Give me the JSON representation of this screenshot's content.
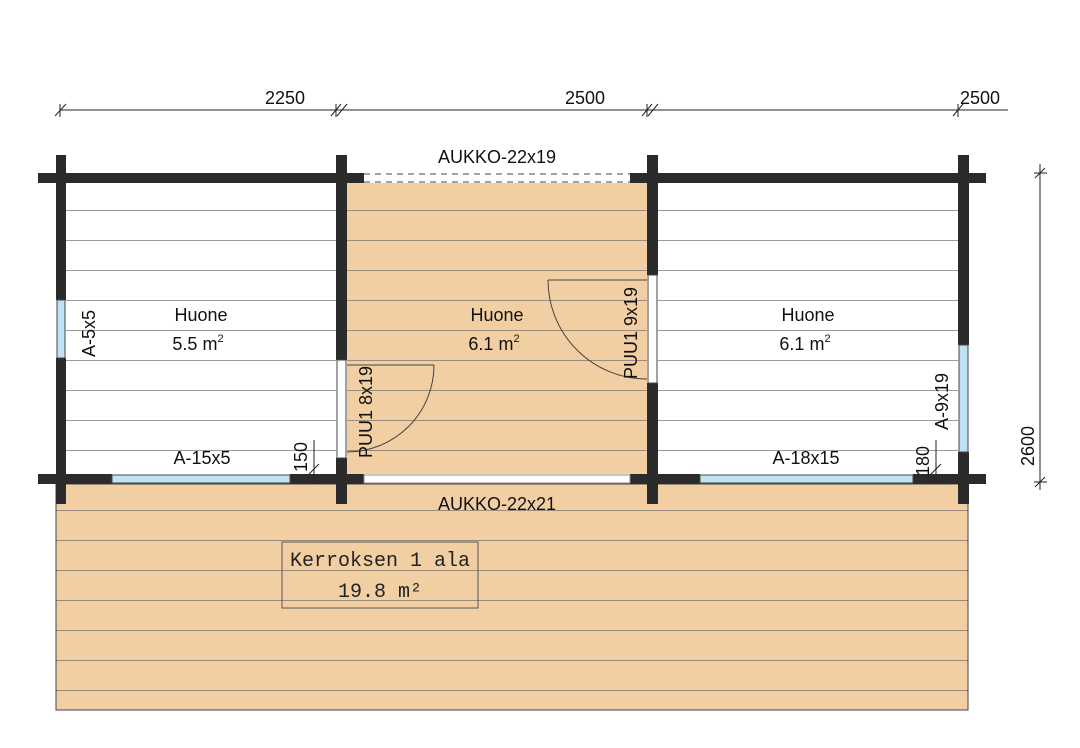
{
  "dimensions": {
    "top": [
      "2250",
      "2500",
      "2500"
    ],
    "right": "2600"
  },
  "openings": {
    "top": "AUKKO-22x19",
    "bottom": "AUKKO-22x21"
  },
  "rooms": [
    {
      "name": "Huone",
      "area": "5.5 m",
      "unit_sup": "2"
    },
    {
      "name": "Huone",
      "area": "6.1 m",
      "unit_sup": "2"
    },
    {
      "name": "Huone",
      "area": "6.1 m",
      "unit_sup": "2"
    }
  ],
  "windows": {
    "left": "A-5x5",
    "bottom_left": "A-15x5",
    "bottom_right": "A-18x15",
    "right": "A-9x19"
  },
  "doors": {
    "left": "PUU1 8x19",
    "right": "PUU1 9x19"
  },
  "small_dims": {
    "left": "150",
    "right": "180"
  },
  "floor_area": {
    "title": "Kerroksen 1 ala",
    "value": "19.8 m²"
  },
  "colors": {
    "wall": "#2b2b2b",
    "wood": "#f2cfa2",
    "glass": "#bfe3f5",
    "line": "#8a8a8a"
  }
}
